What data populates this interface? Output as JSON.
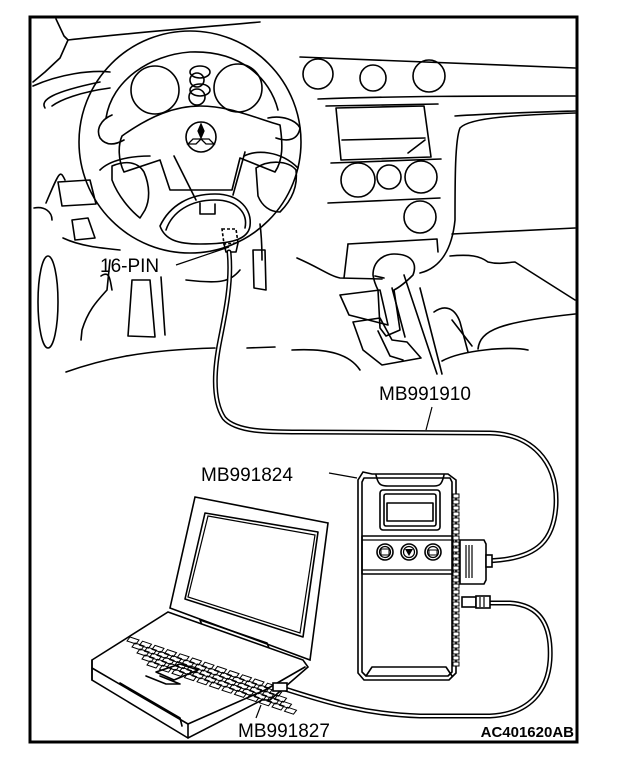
{
  "figure": {
    "figure_id": "AC401620AB",
    "description": "Connection of diagnostic tools to vehicle 16-pin data link connector",
    "line_color": "#000000",
    "background_color": "#ffffff"
  },
  "labels": {
    "connector": "16-PIN",
    "main_harness": "MB991910",
    "vci": "MB991824",
    "usb_cable": "MB991827"
  },
  "components": [
    {
      "name": "steering-wheel",
      "logo": "three-diamond-emblem"
    },
    {
      "name": "data-link-connector",
      "label_ref": "connector"
    },
    {
      "name": "vehicle-communication-interface",
      "label_ref": "vci",
      "buttons": [
        "esc-button",
        "down-arrow-button",
        "enter-button"
      ]
    },
    {
      "name": "laptop-computer"
    },
    {
      "name": "main-harness-cable",
      "label_ref": "main_harness"
    },
    {
      "name": "usb-cable",
      "label_ref": "usb_cable"
    }
  ]
}
